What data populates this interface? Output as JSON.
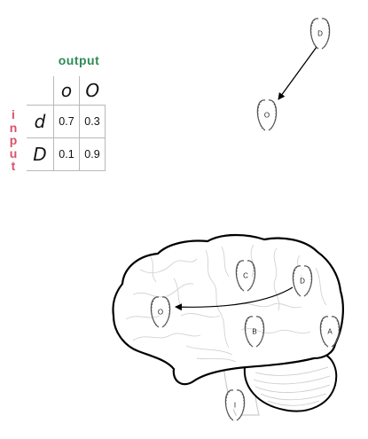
{
  "table": {
    "output_header": "output",
    "input_letters": [
      "i",
      "n",
      "p",
      "u",
      "t"
    ],
    "col_headers": [
      "o",
      "O"
    ],
    "row_headers": [
      "d",
      "D"
    ],
    "cells": [
      [
        "0.7",
        "0.3"
      ],
      [
        "0.1",
        "0.9"
      ]
    ]
  },
  "top_nodes": {
    "source": "D",
    "target": "O"
  },
  "brain_nodes": {
    "c": "C",
    "d": "D",
    "o": "O",
    "b": "B",
    "a": "A",
    "i": "I"
  },
  "colors": {
    "output_header": "#2e8b57",
    "input_header": "#d9536a",
    "brain_outline": "#000000",
    "brain_detail": "#cccccc",
    "node_outline": "#555555"
  }
}
